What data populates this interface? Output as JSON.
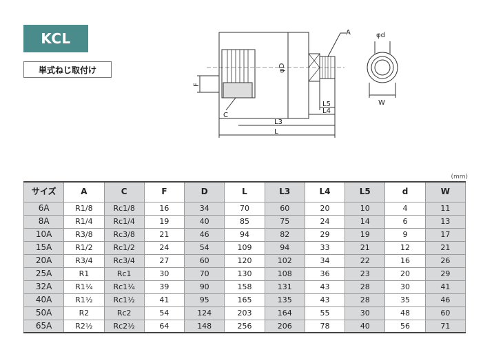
{
  "header": {
    "model": "KCL",
    "subtitle": "単式ねじ取付け"
  },
  "drawing": {
    "labels": {
      "A": "A",
      "phi_d": "φd",
      "phi_D": "φD",
      "F": "F",
      "C": "C",
      "L": "L",
      "L3": "L3",
      "L4": "L4",
      "L5": "L5",
      "W": "W"
    }
  },
  "unit": "(mm)",
  "table": {
    "headers": [
      "サイズ",
      "A",
      "C",
      "F",
      "D",
      "L",
      "L3",
      "L4",
      "L5",
      "d",
      "W"
    ],
    "rows": [
      [
        "6A",
        "R1/8",
        "Rc1/8",
        "16",
        "34",
        "70",
        "60",
        "20",
        "10",
        "4",
        "11"
      ],
      [
        "8A",
        "R1/4",
        "Rc1/4",
        "19",
        "40",
        "85",
        "75",
        "24",
        "14",
        "6",
        "13"
      ],
      [
        "10A",
        "R3/8",
        "Rc3/8",
        "21",
        "46",
        "94",
        "82",
        "29",
        "19",
        "9",
        "17"
      ],
      [
        "15A",
        "R1/2",
        "Rc1/2",
        "24",
        "54",
        "109",
        "94",
        "33",
        "21",
        "12",
        "21"
      ],
      [
        "20A",
        "R3/4",
        "Rc3/4",
        "27",
        "60",
        "120",
        "102",
        "34",
        "22",
        "16",
        "26"
      ],
      [
        "25A",
        "R1",
        "Rc1",
        "30",
        "70",
        "130",
        "108",
        "36",
        "23",
        "20",
        "29"
      ],
      [
        "32A",
        "R1¼",
        "Rc1¼",
        "39",
        "90",
        "158",
        "131",
        "43",
        "28",
        "30",
        "41"
      ],
      [
        "40A",
        "R1½",
        "Rc1½",
        "41",
        "95",
        "165",
        "135",
        "43",
        "28",
        "35",
        "46"
      ],
      [
        "50A",
        "R2",
        "Rc2",
        "54",
        "124",
        "203",
        "164",
        "55",
        "30",
        "48",
        "60"
      ],
      [
        "65A",
        "R2½",
        "Rc2½",
        "64",
        "148",
        "256",
        "206",
        "78",
        "40",
        "56",
        "71"
      ]
    ]
  }
}
